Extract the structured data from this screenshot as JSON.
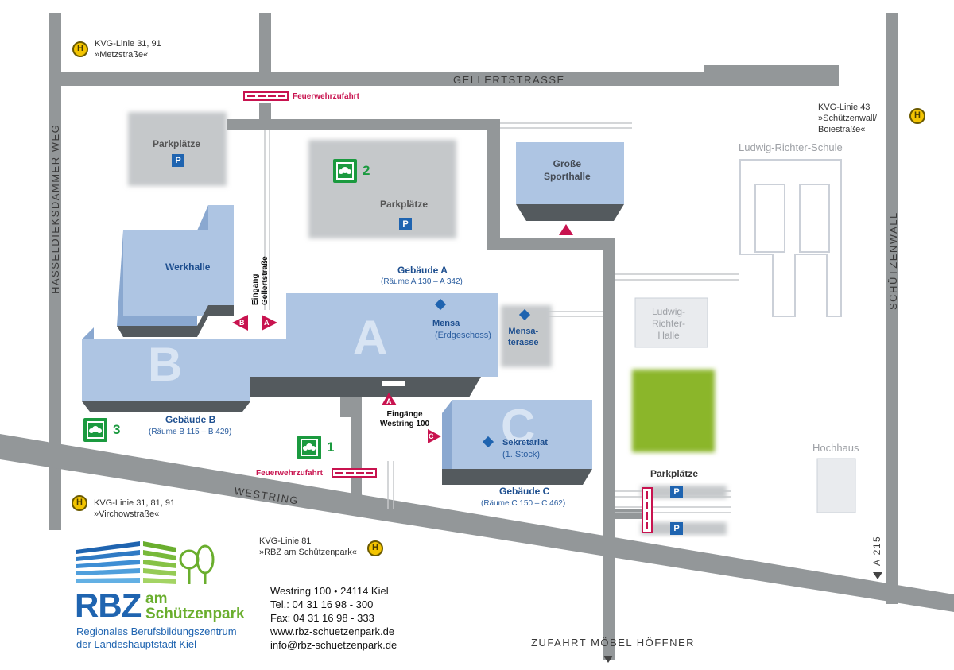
{
  "colors": {
    "road": "#939799",
    "building": "#aec5e3",
    "building_side": "#8aa8d0",
    "building_shadow": "#545a5e",
    "parking": "#c5c8ca",
    "school_outline": "#cbd0d8",
    "green_field": "#8bb62c",
    "accent_red": "#c8134f",
    "brand_blue": "#1f64b0",
    "brand_green": "#6aae2e",
    "assembly_green": "#1b9a3f",
    "bus_yellow": "#f3c400"
  },
  "streets": {
    "gellertstrasse": "GELLERTSTRASSE",
    "hasseldieksdammer": "HASSELDIEKSDAMMER WEG",
    "schuetzenwall": "SCHÜTZENWALL",
    "westring": "WESTRING",
    "zufahrt": "ZUFAHRT MÖBEL HÖFFNER",
    "a215": "A 215"
  },
  "bus_stops": [
    {
      "line": "KVG-Linie 31, 91",
      "stop": "»Metzstraße«",
      "icon": "bus-stop-icon"
    },
    {
      "line": "KVG-Linie 43",
      "stop": "»Schützenwall/",
      "stop2": "Boiestraße«",
      "icon": "bus-stop-icon"
    },
    {
      "line": "KVG-Linie 31, 81, 91",
      "stop": "»Virchowstraße«",
      "icon": "bus-stop-icon"
    },
    {
      "line": "KVG-Linie 81",
      "stop": "»RBZ am Schützenpark«",
      "icon": "bus-stop-icon"
    }
  ],
  "buildings": {
    "a": {
      "letter": "A",
      "name": "Gebäude A",
      "rooms": "(Räume A 130 – A 342)"
    },
    "b": {
      "letter": "B",
      "name": "Gebäude B",
      "rooms": "(Räume B 115 – B 429)"
    },
    "c": {
      "letter": "C",
      "name": "Gebäude C",
      "rooms": "(Räume C 150 – C 462)"
    },
    "werkhalle": "Werkhalle",
    "sporthalle": [
      "Große",
      "Sporthalle"
    ]
  },
  "points": {
    "mensa": {
      "title": "Mensa",
      "sub": "(Erdgeschoss)"
    },
    "mensaterasse": [
      "Mensa-",
      "terasse"
    ],
    "sekretariat": {
      "title": "Sekretariat",
      "sub": "(1. Stock)"
    }
  },
  "entrances": {
    "gellert": [
      "Eingang",
      "Gellertstraße"
    ],
    "westring": [
      "Eingänge",
      "Westring 100"
    ],
    "marker_labels": [
      "B",
      "A",
      "A",
      "C"
    ]
  },
  "fire_access": [
    "Feuerwehrzufahrt",
    "Feuerwehrzufahrt"
  ],
  "parking": {
    "label": "Parkplätze",
    "badge": "P"
  },
  "assembly_points": [
    "1",
    "2",
    "3"
  ],
  "nearby": {
    "lrs": "Ludwig-Richter-Schule",
    "lrh": [
      "Ludwig-",
      "Richter-",
      "Halle"
    ],
    "hochhaus": "Hochhaus"
  },
  "logo": {
    "big": "RBZ",
    "green1": "am",
    "green2": "Schützenpark",
    "sub1": "Regionales Berufsbildungszentrum",
    "sub2": "der Landeshauptstadt Kiel"
  },
  "contact": {
    "address": "Westring 100 • 24114 Kiel",
    "tel": "Tel.: 04 31 16 98 - 300",
    "fax": "Fax: 04 31 16 98 - 333",
    "web": "www.rbz-schuetzenpark.de",
    "email": "info@rbz-schuetzenpark.de"
  }
}
